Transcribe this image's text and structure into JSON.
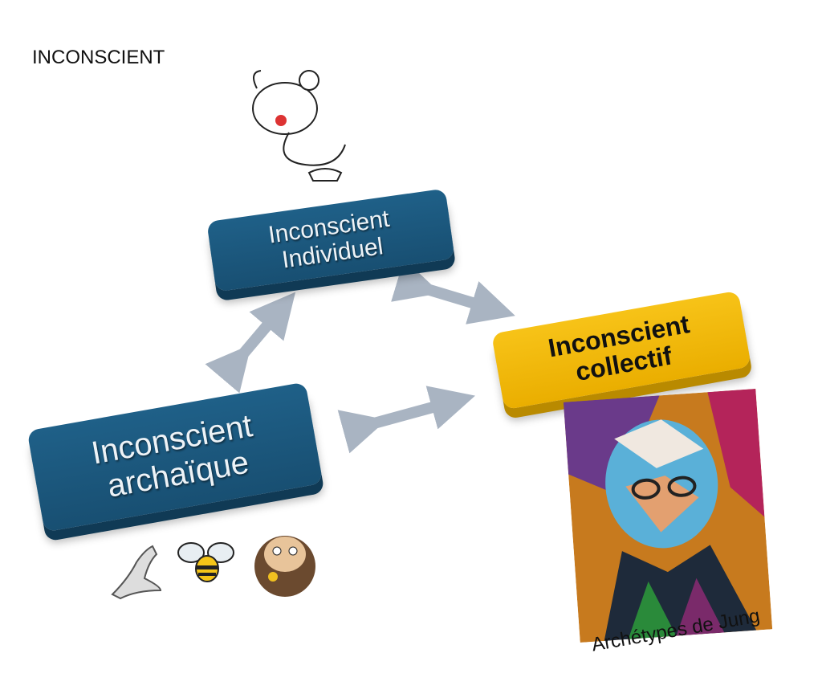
{
  "title": "INCONSCIENT",
  "boxes": {
    "individuel": {
      "line1": "Inconscient",
      "line2": "Individuel",
      "color": "#1d5a7e"
    },
    "collectif": {
      "line1": "Inconscient",
      "line2": "collectif",
      "color": "#f2b705"
    },
    "archaique": {
      "line1": "Inconscient",
      "line2": "archaïque",
      "color": "#1d5a7e"
    }
  },
  "caption": "Archétypes de Jung",
  "arrow_color": "#a9b4c2"
}
